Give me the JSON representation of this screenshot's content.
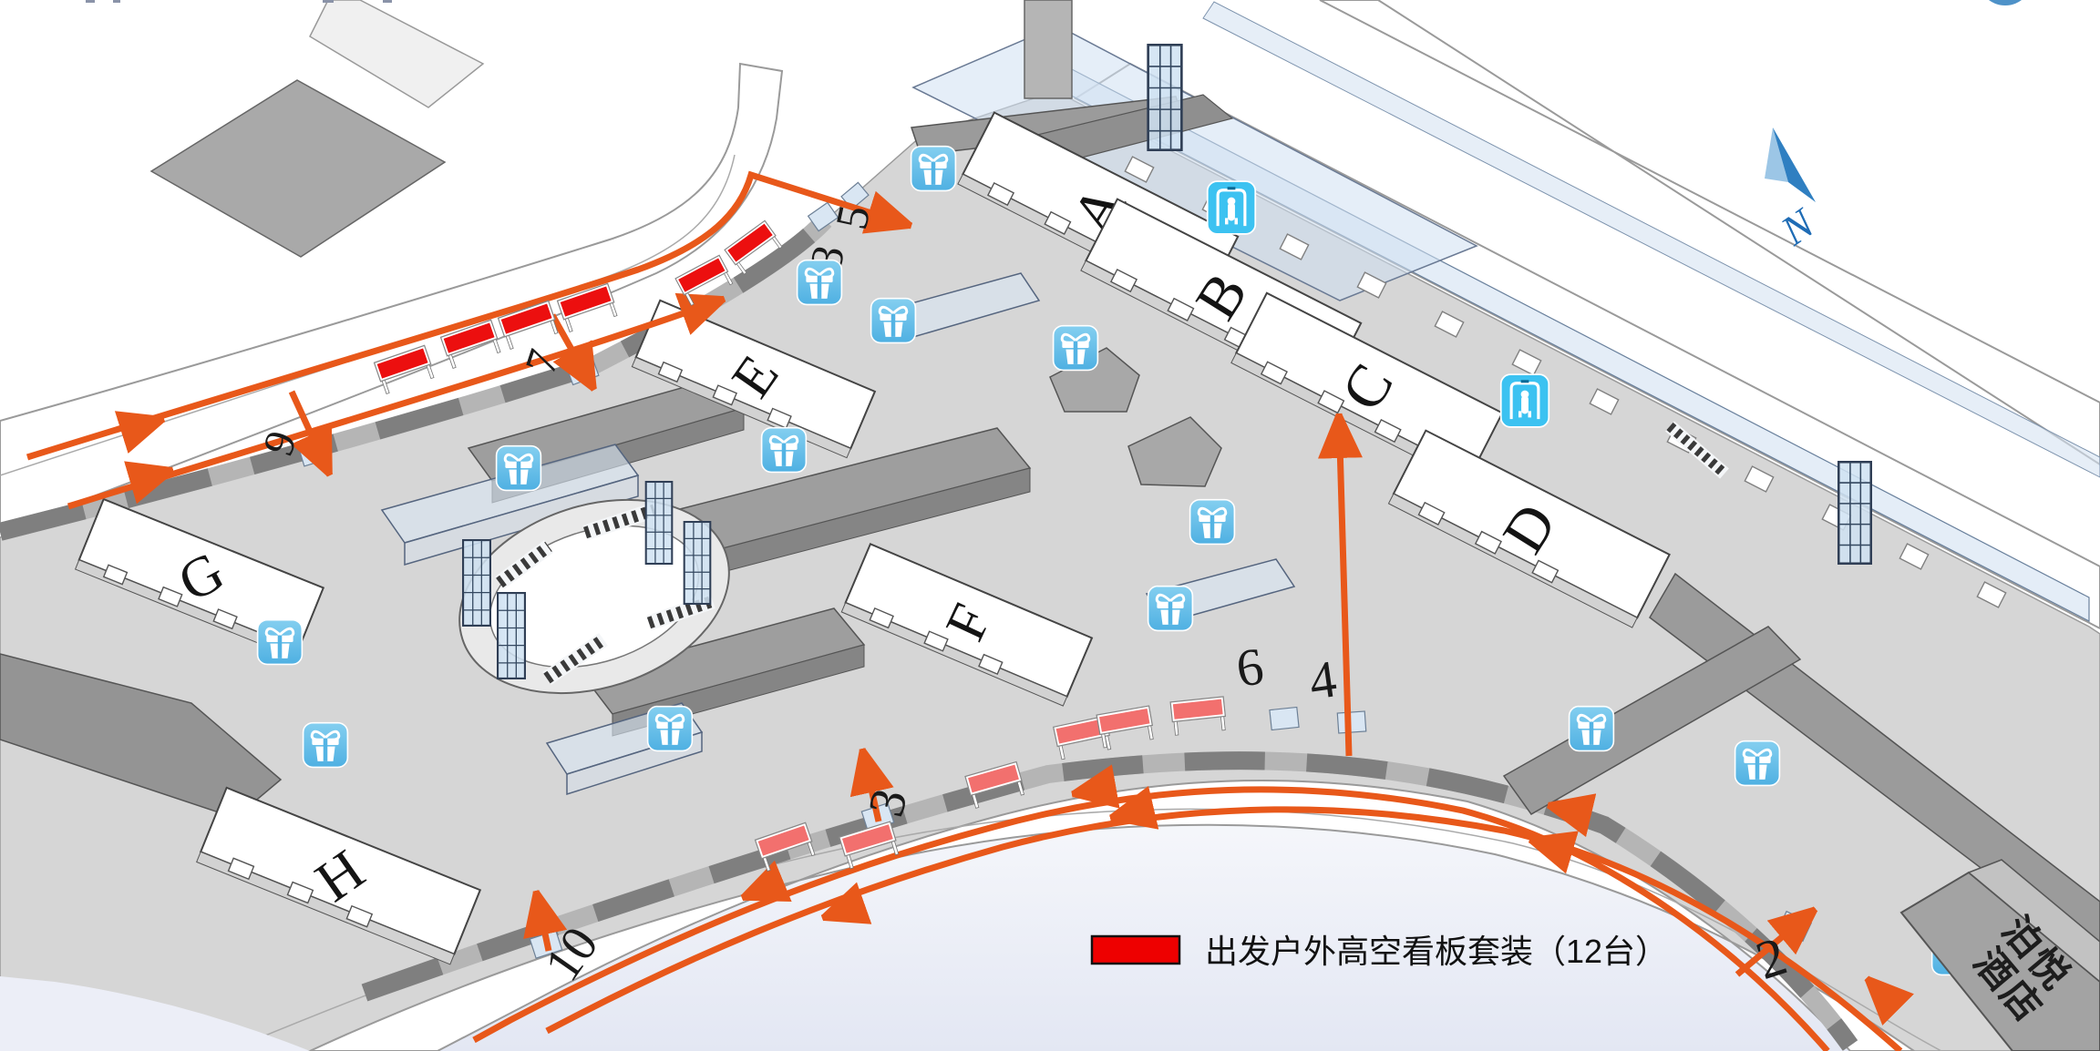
{
  "map": {
    "compass": {
      "label": "N"
    },
    "islands": {
      "A": "A",
      "B": "B",
      "C": "C",
      "D": "D",
      "E": "E",
      "F": "F",
      "G": "G",
      "H": "H"
    },
    "doors": {
      "n2": "2",
      "n3_bottom": "3",
      "n4": "4",
      "n5": "5",
      "n6": "6",
      "n7": "7",
      "n9": "9",
      "n10": "10",
      "n3_top": "3"
    },
    "legend": {
      "swatch_color": "#ee0000",
      "label": "出发户外高空看板套装（12台）"
    },
    "hotel": {
      "line1": "泊悦",
      "line2": "酒店"
    },
    "billboards": {
      "count_total": 12,
      "top_road": 6,
      "bottom_road": 6
    },
    "markers": {
      "gift_count": 14,
      "security_gate_count": 2
    },
    "colors": {
      "arrow_orange": "#e8581a",
      "billboard_red": "#ec0f0f",
      "billboard_pink": "#f2706e",
      "gift_blue": "#5bbde8",
      "security_blue": "#3cc2f1",
      "floor_gray": "#d6d6d6",
      "compass_blue": "#2f7fc1"
    }
  }
}
